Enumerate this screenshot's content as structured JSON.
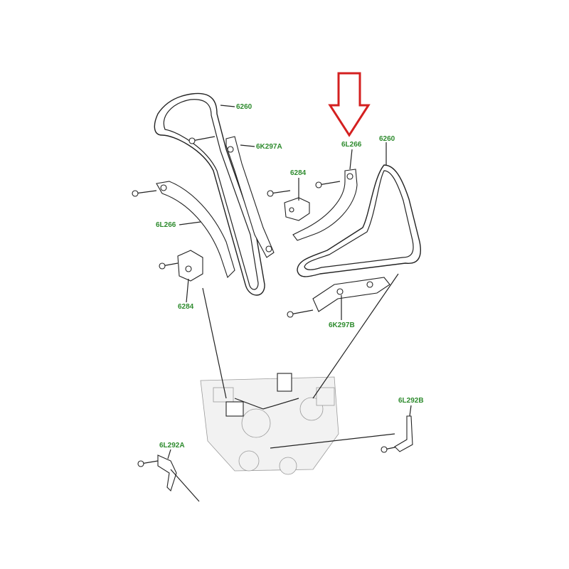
{
  "diagram": {
    "labels": {
      "chain_left": "6260",
      "guide_left": "6K297A",
      "tensioner_upper": "6284",
      "guide_upper_left": "6L266",
      "tensioner_lower": "6284",
      "guide_right_indicated": "6L266",
      "chain_right": "6260",
      "guide_right": "6K297B",
      "bracket_right": "6L292B",
      "bracket_left": "6L292A"
    },
    "colors": {
      "label": "#2e8b2e",
      "indicator_arrow": "#d42020",
      "linework": "#222222"
    },
    "indicator": {
      "icon": "down-arrow-icon",
      "points_to": "guide_right_indicated"
    }
  }
}
